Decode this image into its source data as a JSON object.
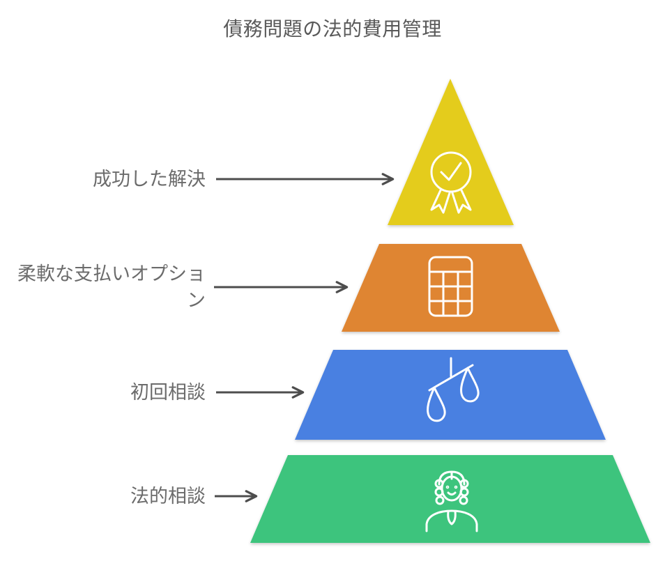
{
  "title": "債務問題の法的費用管理",
  "palette": {
    "arrow": "#4d4d4d",
    "title_text": "#595959",
    "label_text": "#6b6b6b",
    "icon_stroke": "#ffffff",
    "background": "#ffffff"
  },
  "levels": [
    {
      "rank": 1,
      "label": "成功した解決",
      "color": "#e4cc1f",
      "icon": "award-ribbon-icon"
    },
    {
      "rank": 2,
      "label": "柔軟な支払いオプション",
      "color": "#df8531",
      "icon": "calculator-icon"
    },
    {
      "rank": 3,
      "label": "初回相談",
      "color": "#4a80e1",
      "icon": "scales-of-justice-icon"
    },
    {
      "rank": 4,
      "label": "法的相談",
      "color": "#3ec47d",
      "icon": "judge-icon"
    }
  ]
}
